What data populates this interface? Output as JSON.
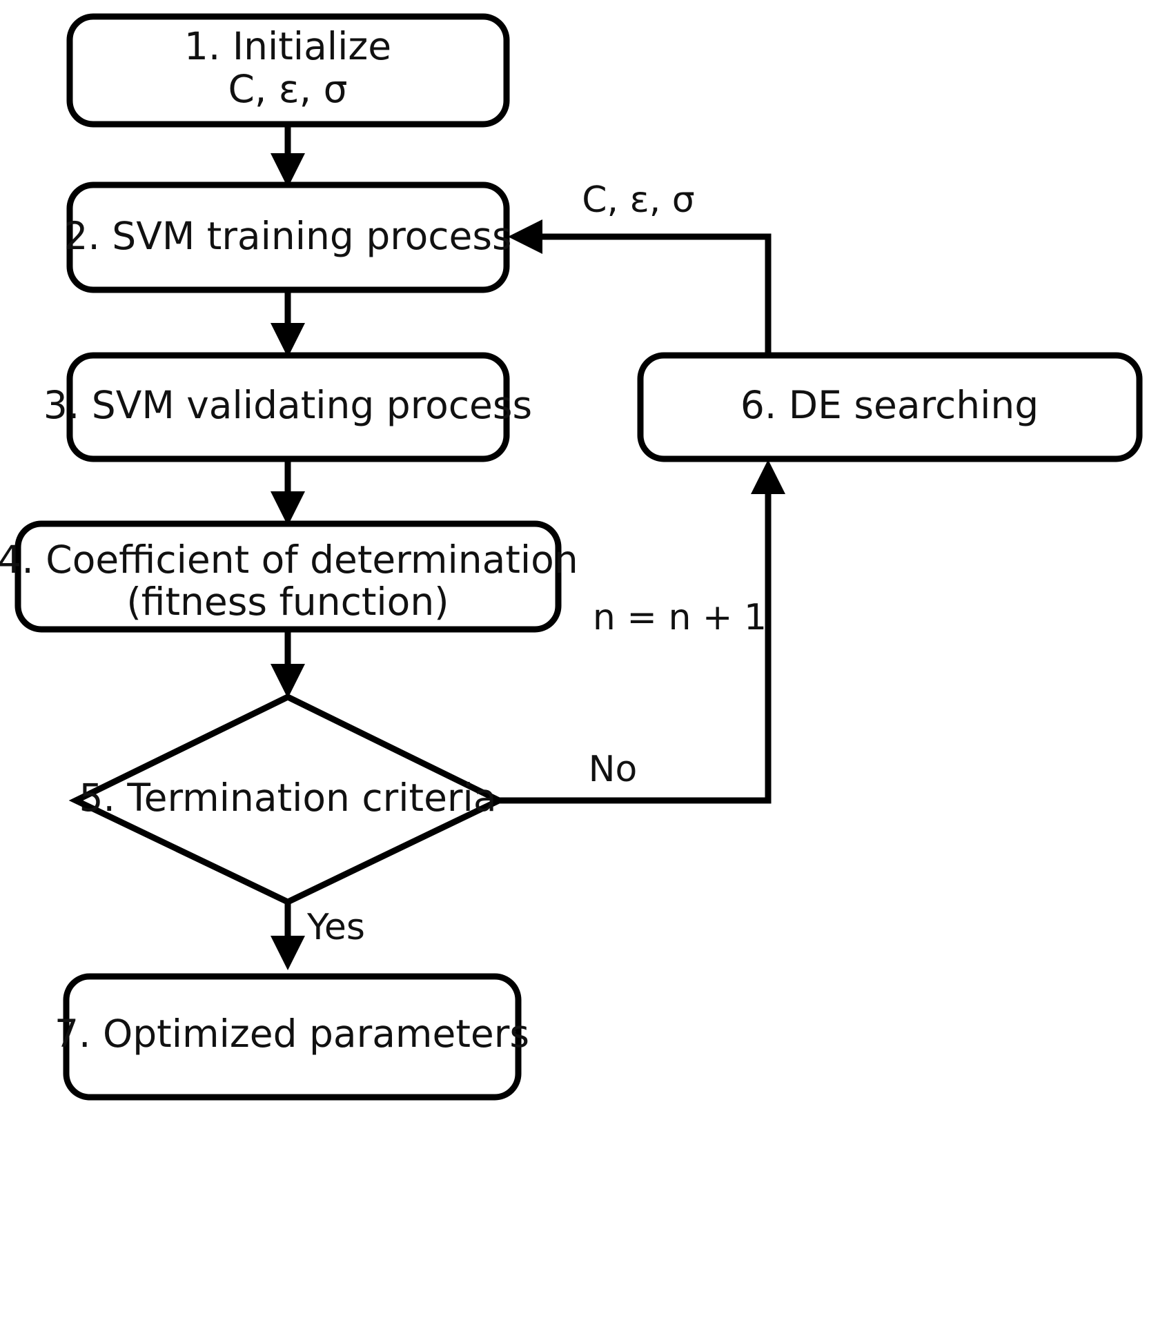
{
  "diagram": {
    "type": "flowchart",
    "title": "SVM parameter optimization with Differential Evolution",
    "background_color": "#ffffff",
    "line_color": "#000000",
    "text_color": "#111111",
    "nodes": [
      {
        "id": "n1",
        "shape": "rounded-rect",
        "line1": "1. Initialize",
        "line2": "C,  ε, σ"
      },
      {
        "id": "n2",
        "shape": "rounded-rect",
        "line1": "2. SVM training process",
        "line2": ""
      },
      {
        "id": "n3",
        "shape": "rounded-rect",
        "line1": "3. SVM validating process",
        "line2": ""
      },
      {
        "id": "n4",
        "shape": "rounded-rect",
        "line1": "4. Coefficient of determination",
        "line2": "(fitness function)"
      },
      {
        "id": "n5",
        "shape": "diamond",
        "line1": "5. Termination criteria",
        "line2": ""
      },
      {
        "id": "n6",
        "shape": "rounded-rect",
        "line1": "6. DE searching",
        "line2": ""
      },
      {
        "id": "n7",
        "shape": "rounded-rect",
        "line1": "7. Optimized parameters",
        "line2": ""
      }
    ],
    "edge_labels": [
      {
        "id": "e_params",
        "text": "C, ε, σ"
      },
      {
        "id": "e_increment",
        "text": "n = n + 1"
      },
      {
        "id": "e_no",
        "text": "No"
      },
      {
        "id": "e_yes",
        "text": "Yes"
      }
    ]
  }
}
